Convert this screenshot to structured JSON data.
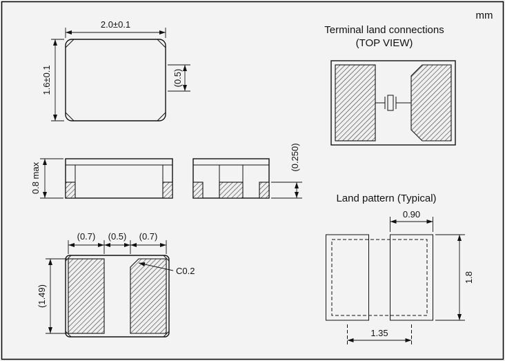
{
  "unit_label": "mm",
  "package_top_view": {
    "width_dim": "2.0±0.1",
    "height_dim": "1.6±0.1",
    "electrode_dim": "(0.5)"
  },
  "package_side_view": {
    "height_dim": "0.8 max"
  },
  "package_end_view": {
    "terminal_thickness_dim": "(0.250)"
  },
  "package_bottom_view": {
    "left_pad_dim": "(0.7)",
    "gap_dim": "(0.5)",
    "right_pad_dim": "(0.7)",
    "pad_height_dim": "(1.49)",
    "chamfer_note": "C0.2"
  },
  "terminal_land_connections": {
    "title": "Terminal land connections",
    "subtitle": "(TOP VIEW)"
  },
  "land_pattern": {
    "title": "Land pattern (Typical)",
    "pad_width_dim": "0.90",
    "pad_height_dim": "1.8",
    "pitch_dim": "1.35"
  }
}
